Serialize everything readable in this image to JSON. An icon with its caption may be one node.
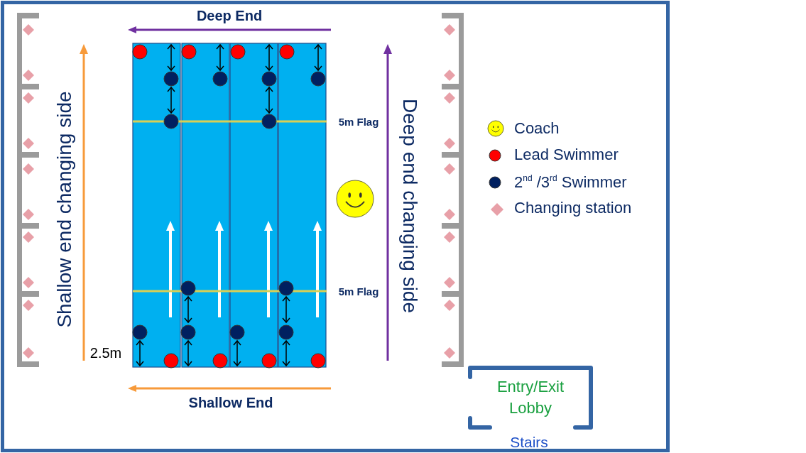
{
  "diagram": {
    "nodes": [
      {
        "text": [
          "Entry/Exit Lobby"
        ],
        "beside": [
          "Stairs"
        ]
      }
    ],
    "labels": [
      "Deep End",
      "Shallow end changing side",
      "5m Flag",
      "Deep end changing side",
      "5m Flag",
      "2.5m",
      "Shallow End"
    ],
    "legend": [
      {
        "text": "Coach"
      },
      {
        "text": "Lead Swimmer",
        "color": "#ff0000"
      },
      {
        "text": "2$^{nd}$ /3$^{rd}$ Swimmer",
        "color": "#002060"
      },
      {
        "text": "Changing station",
        "color": "#e8a0a8"
      }
    ]
  }
}
